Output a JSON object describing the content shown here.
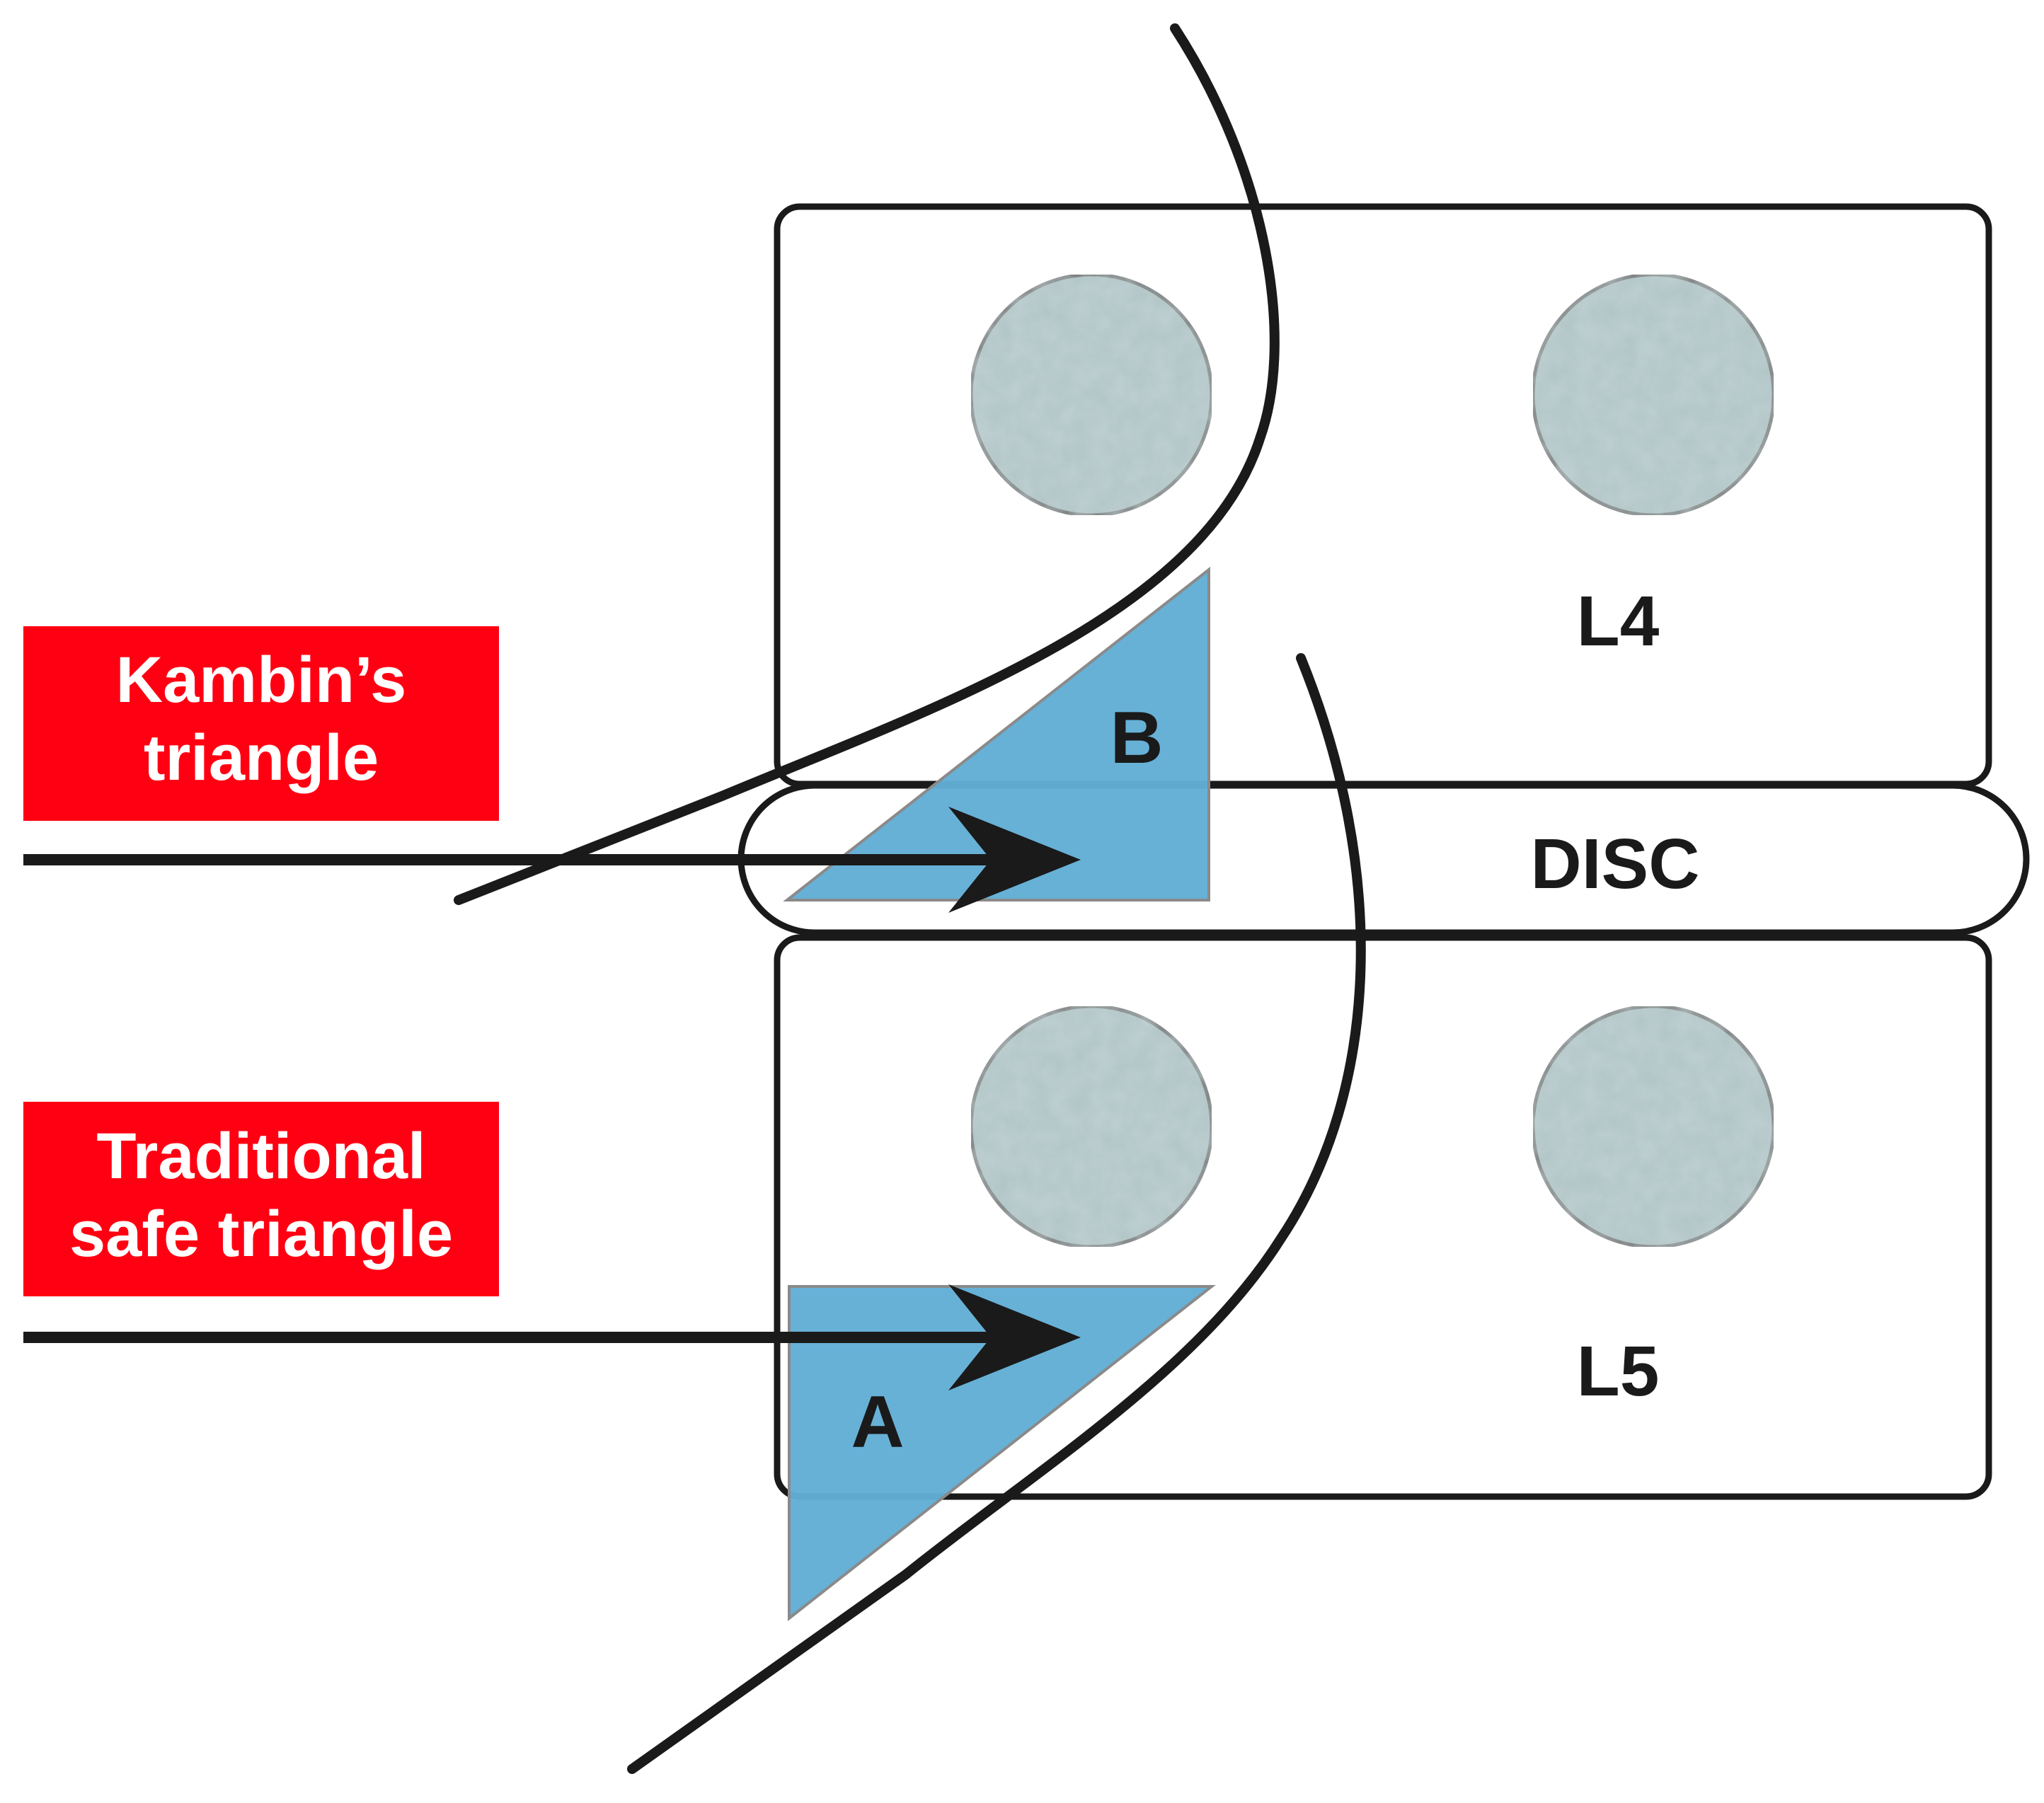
{
  "callouts": {
    "kambin_line1": "Kambin’s",
    "kambin_line2": "triangle",
    "traditional_line1": "Traditional",
    "traditional_line2": "safe triangle"
  },
  "labels": {
    "l4": "L4",
    "disc": "DISC",
    "l5": "L5",
    "triangle_a": "A",
    "triangle_b": "B"
  },
  "colors": {
    "callout_red": "#ff0013",
    "triangle_blue": "#62aed6",
    "pedicle_gray": "#b0c4c6",
    "ink": "#1a1a1a"
  }
}
